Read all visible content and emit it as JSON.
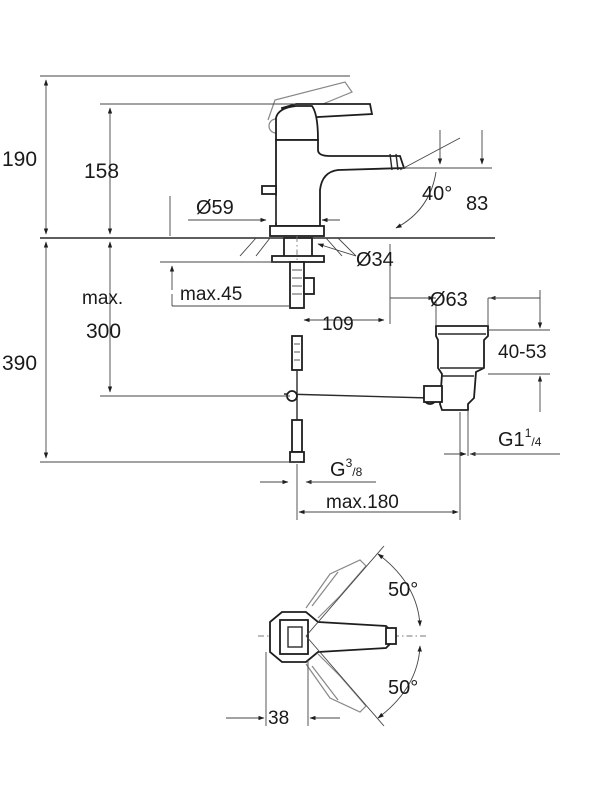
{
  "dimensions": {
    "d190": "190",
    "d158": "158",
    "d59": "Ø59",
    "d34": "Ø34",
    "d40deg": "40°",
    "d83": "83",
    "dmax45": "max.45",
    "dmax300_a": "max.",
    "dmax300_b": "300",
    "d390": "390",
    "d109": "109",
    "d63": "Ø63",
    "d40_53": "40-53",
    "g_half_base": "G1",
    "g_half_sup": "1",
    "g_half_sub": "/4",
    "g38_base": "G",
    "g38_sup": "3",
    "g38_sub": "/8",
    "dmax180": "max.180",
    "d50_top": "50°",
    "d50_bottom": "50°",
    "d38": "38"
  },
  "colors": {
    "line": "#2a2a2a",
    "paper": "#ffffff"
  }
}
